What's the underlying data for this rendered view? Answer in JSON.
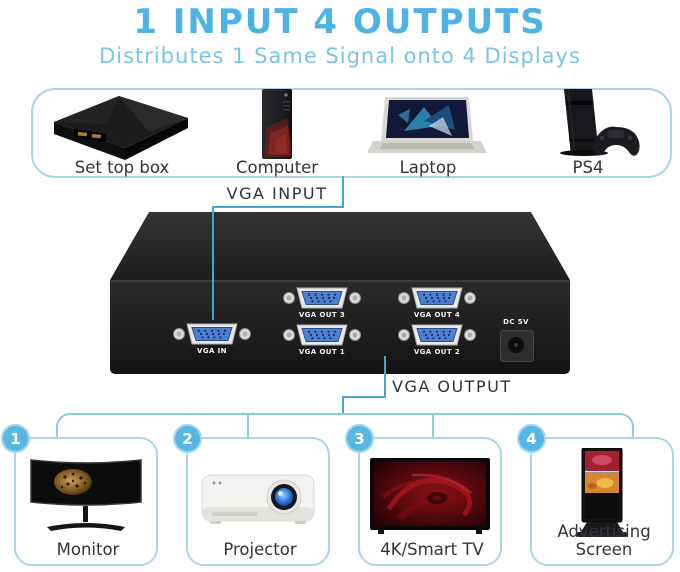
{
  "header": {
    "title": "1 INPUT 4 OUTPUTS",
    "subtitle": "Distributes 1 Same Signal onto 4 Displays"
  },
  "input_section": {
    "connector_label": "VGA INPUT",
    "sources": [
      {
        "name": "set-top-box",
        "label": "Set top box"
      },
      {
        "name": "computer",
        "label": "Computer"
      },
      {
        "name": "laptop",
        "label": "Laptop"
      },
      {
        "name": "ps4",
        "label": "PS4"
      }
    ]
  },
  "splitter_box": {
    "ports": {
      "vga_in": "VGA IN",
      "vga_out_1": "VGA OUT 1",
      "vga_out_2": "VGA OUT 2",
      "vga_out_3": "VGA OUT 3",
      "vga_out_4": "VGA OUT 4",
      "dc_power": "DC 5V"
    }
  },
  "output_section": {
    "connector_label": "VGA OUTPUT",
    "displays": [
      {
        "number": "1",
        "name": "monitor",
        "label": "Monitor"
      },
      {
        "number": "2",
        "name": "projector",
        "label": "Projector"
      },
      {
        "number": "3",
        "name": "4k-smart-tv",
        "label": "4K/Smart TV"
      },
      {
        "number": "4",
        "name": "advertising-screen",
        "label": "Advertising Screen"
      }
    ]
  },
  "colors": {
    "title_blue": "#4fb2e5",
    "subtitle_blue": "#7cc3e5",
    "bracket_blue": "#a9d5e6",
    "connector_cyan": "#46a8cf",
    "distribution_blue": "#8fc9dc",
    "badge_blue": "#58b6e2",
    "label_dark": "#30343a"
  }
}
